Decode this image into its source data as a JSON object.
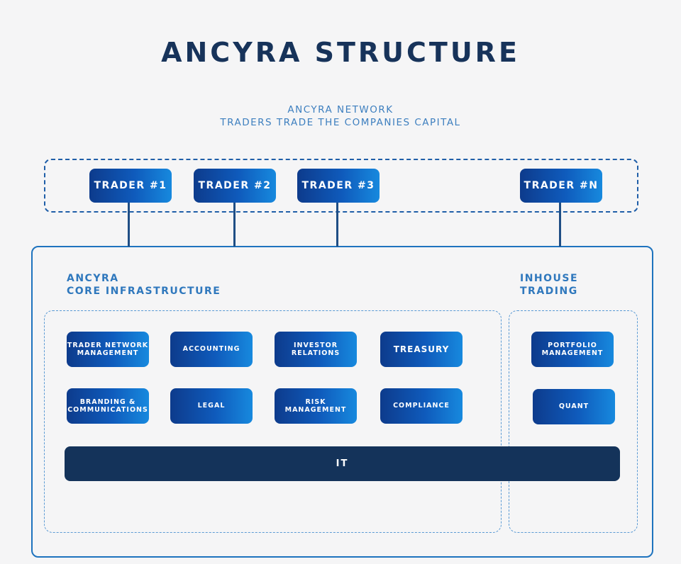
{
  "title": "ANCYRA STRUCTURE",
  "network": {
    "line1": "ANCYRA NETWORK",
    "line2": "TRADERS TRADE THE COMPANIES CAPITAL"
  },
  "traders": [
    {
      "label": "TRADER #1"
    },
    {
      "label": "TRADER #2"
    },
    {
      "label": "TRADER #3"
    },
    {
      "label": "TRADER #N"
    }
  ],
  "core": {
    "label": "ANCYRA\nCORE INFRASTRUCTURE",
    "departments": [
      {
        "label": "TRADER NETWORK\nMANAGEMENT"
      },
      {
        "label": "ACCOUNTING"
      },
      {
        "label": "INVESTOR\nRELATIONS"
      },
      {
        "label": "TREASURY"
      },
      {
        "label": "BRANDING &\nCOMMUNICATIONS"
      },
      {
        "label": "LEGAL"
      },
      {
        "label": "RISK\nMANAGEMENT"
      },
      {
        "label": "COMPLIANCE"
      }
    ]
  },
  "inhouse": {
    "label": "INHOUSE\nTRADING",
    "departments": [
      {
        "label": "PORTFOLIO\nMANAGEMENT"
      },
      {
        "label": "QUANT"
      }
    ]
  },
  "it": {
    "label": "IT"
  },
  "colors": {
    "title": "#17335a",
    "accent": "#2f78bd",
    "box_gradient_start": "#0d3b8c",
    "box_gradient_end": "#1789de",
    "it_bar": "#14335a",
    "background": "#f5f5f6"
  }
}
